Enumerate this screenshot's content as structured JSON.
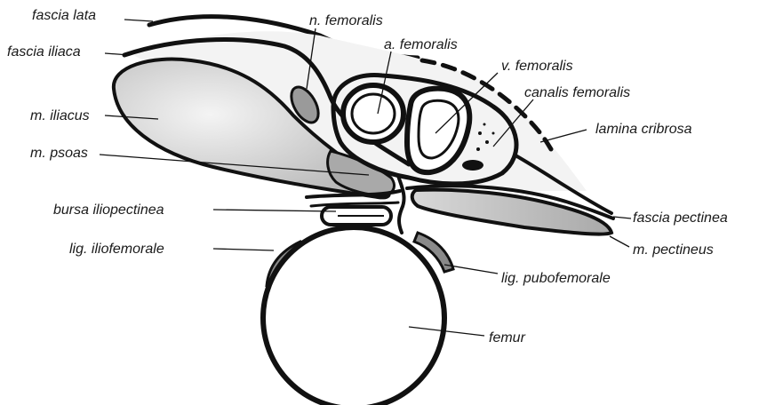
{
  "labels": {
    "fascia_lata": "fascia lata",
    "fascia_iliaca": "fascia iliaca",
    "m_iliacus": "m. iliacus",
    "m_psoas": "m. psoas",
    "bursa_iliopectinea": "bursa iliopectinea",
    "lig_iliofemorale": "lig. iliofemorale",
    "n_femoralis": "n. femoralis",
    "a_femoralis": "a. femoralis",
    "v_femoralis": "v. femoralis",
    "canalis_femoralis": "canalis femoralis",
    "lamina_cribrosa": "lamina cribrosa",
    "fascia_pectinea": "fascia pectinea",
    "m_pectineus": "m. pectineus",
    "lig_pubofemorale": "lig. pubofemorale",
    "femur": "femur"
  },
  "colors": {
    "ink": "#111111",
    "muscle_fill": "#c8c8c8",
    "muscle_light": "#e2e2e2",
    "fascia_fill": "#f1f1f1",
    "background": "#ffffff"
  }
}
